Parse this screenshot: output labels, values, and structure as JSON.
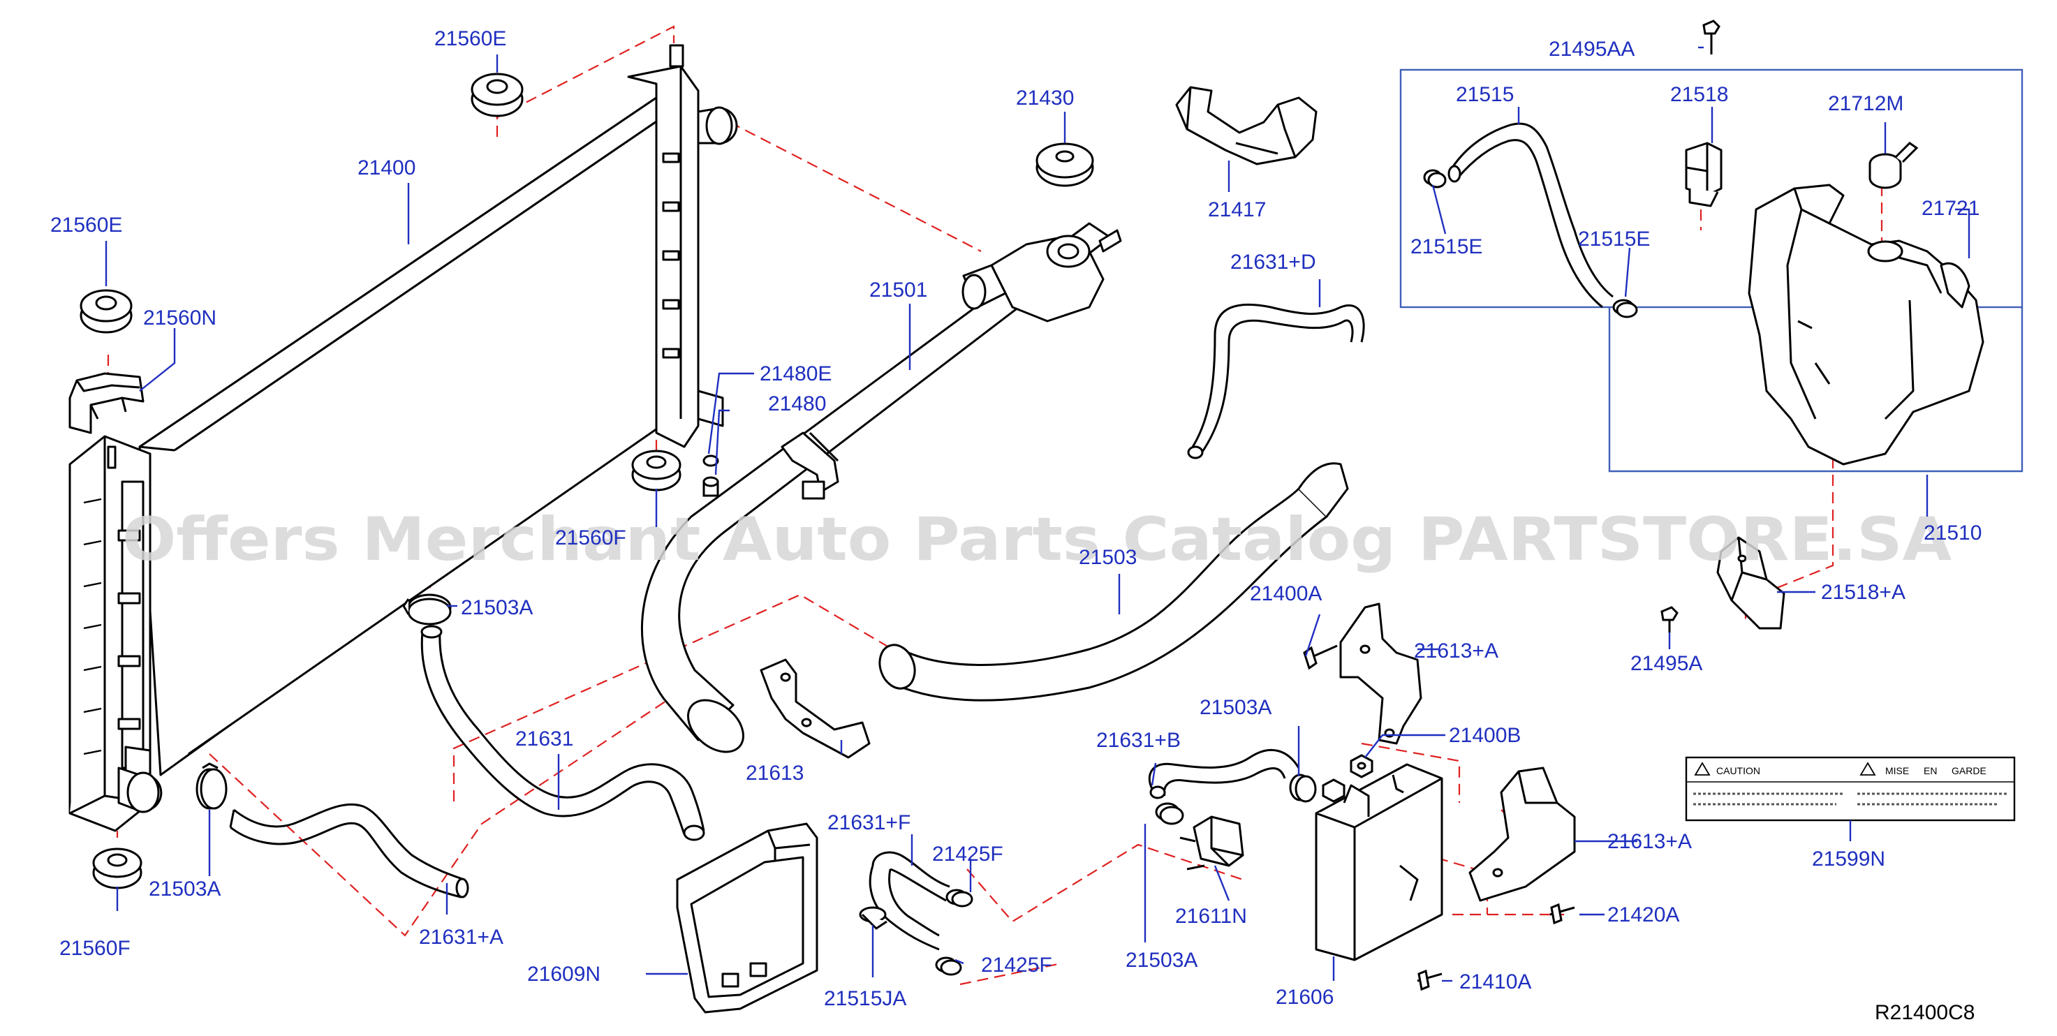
{
  "colors": {
    "label": "#1f2fbf",
    "leader": "#1f2fbf",
    "dash": "#e02020",
    "part": "#000000",
    "box": "#3f5fb8",
    "watermark": "#d6d6d6"
  },
  "watermark": "Offers Merchant Auto Parts Catalog PARTSTORE.SA",
  "diagram_code": "R21400C8",
  "labels": [
    {
      "id": "lbl-21560E-top",
      "text": "21560E"
    },
    {
      "id": "lbl-21400",
      "text": "21400"
    },
    {
      "id": "lbl-21560E-left",
      "text": "21560E"
    },
    {
      "id": "lbl-21560N",
      "text": "21560N"
    },
    {
      "id": "lbl-21480E",
      "text": "21480E"
    },
    {
      "id": "lbl-21480",
      "text": "21480"
    },
    {
      "id": "lbl-21560F-mid",
      "text": "21560F"
    },
    {
      "id": "lbl-21503A-mid",
      "text": "21503A"
    },
    {
      "id": "lbl-21631",
      "text": "21631"
    },
    {
      "id": "lbl-21503A-left",
      "text": "21503A"
    },
    {
      "id": "lbl-21560F-left",
      "text": "21560F"
    },
    {
      "id": "lbl-21631A",
      "text": "21631+A"
    },
    {
      "id": "lbl-21430",
      "text": "21430"
    },
    {
      "id": "lbl-21501",
      "text": "21501"
    },
    {
      "id": "lbl-21503",
      "text": "21503"
    },
    {
      "id": "lbl-21613",
      "text": "21613"
    },
    {
      "id": "lbl-21631F",
      "text": "21631+F"
    },
    {
      "id": "lbl-21425F-top",
      "text": "21425F"
    },
    {
      "id": "lbl-21425F-bot",
      "text": "21425F"
    },
    {
      "id": "lbl-21515JA",
      "text": "21515JA"
    },
    {
      "id": "lbl-21609N",
      "text": "21609N"
    },
    {
      "id": "lbl-21417",
      "text": "21417"
    },
    {
      "id": "lbl-21631D",
      "text": "21631+D"
    },
    {
      "id": "lbl-21400A",
      "text": "21400A"
    },
    {
      "id": "lbl-21613A-top",
      "text": "21613+A"
    },
    {
      "id": "lbl-21503A-right",
      "text": "21503A"
    },
    {
      "id": "lbl-21631B",
      "text": "21631+B"
    },
    {
      "id": "lbl-21400B",
      "text": "21400B"
    },
    {
      "id": "lbl-21611N",
      "text": "21611N"
    },
    {
      "id": "lbl-21503A-low",
      "text": "21503A"
    },
    {
      "id": "lbl-21606",
      "text": "21606"
    },
    {
      "id": "lbl-21613A-bot",
      "text": "21613+A"
    },
    {
      "id": "lbl-21420A",
      "text": "21420A"
    },
    {
      "id": "lbl-21410A",
      "text": "21410A"
    },
    {
      "id": "lbl-21495AA",
      "text": "21495AA"
    },
    {
      "id": "lbl-21515",
      "text": "21515"
    },
    {
      "id": "lbl-21518",
      "text": "21518"
    },
    {
      "id": "lbl-21712M",
      "text": "21712M"
    },
    {
      "id": "lbl-21721",
      "text": "21721"
    },
    {
      "id": "lbl-21515E-left",
      "text": "21515E"
    },
    {
      "id": "lbl-21515E-right",
      "text": "21515E"
    },
    {
      "id": "lbl-21510",
      "text": "21510"
    },
    {
      "id": "lbl-21518A",
      "text": "21518+A"
    },
    {
      "id": "lbl-21495A",
      "text": "21495A"
    },
    {
      "id": "lbl-21599N",
      "text": "21599N"
    }
  ],
  "caution_label": {
    "caution": "CAUTION",
    "garde_mise": "MISE",
    "garde_en": "EN",
    "garde_garde": "GARDE"
  }
}
